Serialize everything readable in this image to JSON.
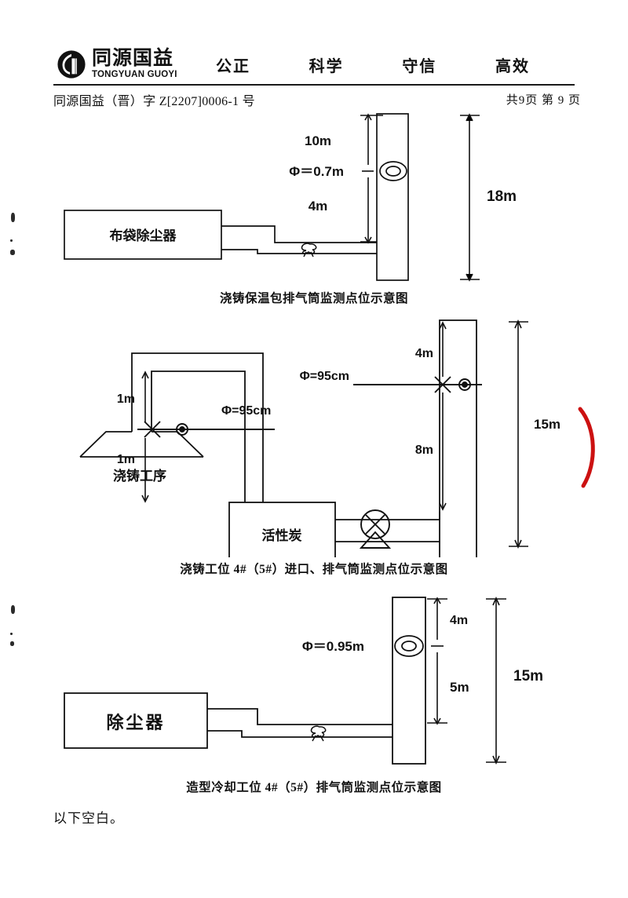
{
  "header": {
    "logo_cn": "同源国益",
    "logo_en": "TONGYUAN GUOYI",
    "logo_icon": "circular-emblem-icon",
    "slogans": [
      "公正",
      "科学",
      "守信",
      "高效"
    ],
    "doc_number": "同源国益（晋）字 Z[2207]0006-1 号",
    "page_indicator": "共9页  第 9 页"
  },
  "figures": [
    {
      "id": "fig-1",
      "caption": "浇铸保温包排气筒监测点位示意图",
      "equipment_label": "布袋除尘器",
      "diameter_label": "Φ＝0.7m",
      "dim_above_port": "10m",
      "dim_below_port": "4m",
      "stack_height": "18m",
      "valve_icon": "butterfly-valve-icon",
      "port_icon": "sampling-port-icon"
    },
    {
      "id": "fig-2",
      "caption": "浇铸工位 4#（5#）进口、排气筒监测点位示意图",
      "source_label": "浇铸工序",
      "equipment_label": "活性炭",
      "inlet_diameter_label": "Φ=95cm",
      "inlet_dim_above": "1m",
      "inlet_dim_below": "1m",
      "stack_diameter_label": "Φ=95cm",
      "stack_dim_above_port": "4m",
      "stack_dim_below_port": "8m",
      "stack_height": "15m",
      "fan_icon": "fan-icon",
      "port_icon": "sampling-port-icon",
      "cross_icon": "cross-marker-icon"
    },
    {
      "id": "fig-3",
      "caption": "造型冷却工位 4#（5#）排气筒监测点位示意图",
      "equipment_label": "除尘器",
      "diameter_label": "Φ＝0.95m",
      "dim_above_port": "4m",
      "dim_below_port": "5m",
      "stack_height": "15m",
      "valve_icon": "butterfly-valve-icon",
      "port_icon": "sampling-port-icon"
    }
  ],
  "footer": {
    "tail_note": "以下空白。"
  },
  "colors": {
    "ink": "#111111",
    "stamp_red": "#cc1111"
  }
}
